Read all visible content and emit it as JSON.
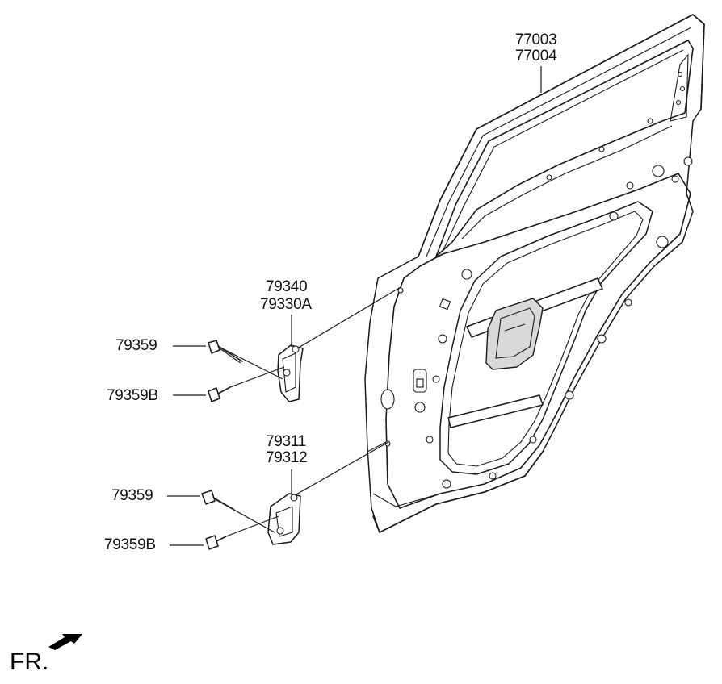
{
  "labels": {
    "door_part_a": "77003",
    "door_part_b": "77004",
    "upper_hinge_a": "79340",
    "upper_hinge_b": "79330A",
    "upper_bolt": "79359",
    "upper_bolt_b": "79359B",
    "lower_hinge_a": "79311",
    "lower_hinge_b": "79312",
    "lower_bolt": "79359",
    "lower_bolt_b": "79359B"
  },
  "front_indicator": "FR."
}
